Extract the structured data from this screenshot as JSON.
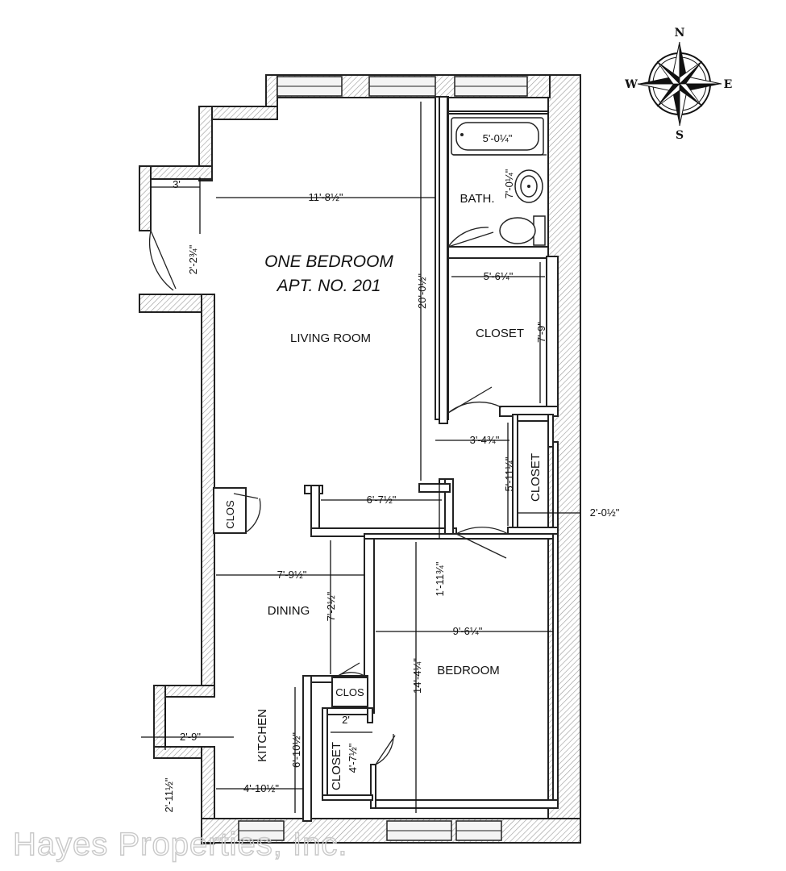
{
  "title": {
    "line1": "ONE BEDROOM",
    "line2": "APT. NO. 201"
  },
  "compass": {
    "n": "N",
    "s": "S",
    "e": "E",
    "w": "W"
  },
  "rooms": {
    "living_room": "LIVING ROOM",
    "bath": "BATH.",
    "closet_main": "CLOSET",
    "closet_hall": "CLOSET",
    "clos_left": "CLOS",
    "clos_small": "CLOS",
    "dining": "DINING",
    "bedroom": "BEDROOM",
    "kitchen": "KITCHEN",
    "closet_kitchen": "CLOSET"
  },
  "dimensions": {
    "entry_width": "3'",
    "entry_depth": "2'-2¾\"",
    "living_width": "11'-8½\"",
    "living_length": "20'-0½\"",
    "tub": "5'-0¼\"",
    "bath_depth": "7'-0¼\"",
    "closet_width": "5'-6¼\"",
    "closet_depth": "7'-9\"",
    "hall_width": "3'-4¾\"",
    "hall_closet_len": "5'-11¼\"",
    "hall_closet_depth": "2'-0½\"",
    "alcove_width": "6'-7½\"",
    "bed_alcove": "1'-11¾\"",
    "dining_width": "7'-9½\"",
    "dining_depth": "7'-2½\"",
    "bedroom_width": "9'-6¼\"",
    "bedroom_length": "14'-4¼\"",
    "closet_small_width": "2'",
    "closet_kitchen_len": "4'-7½\"",
    "pantry_width": "2'-9\"",
    "pantry_depth": "2'-11½\"",
    "kitchen_width": "4'-10½\"",
    "kitchen_length": "6'-10½\""
  },
  "watermark": "Hayes Properties, Inc."
}
